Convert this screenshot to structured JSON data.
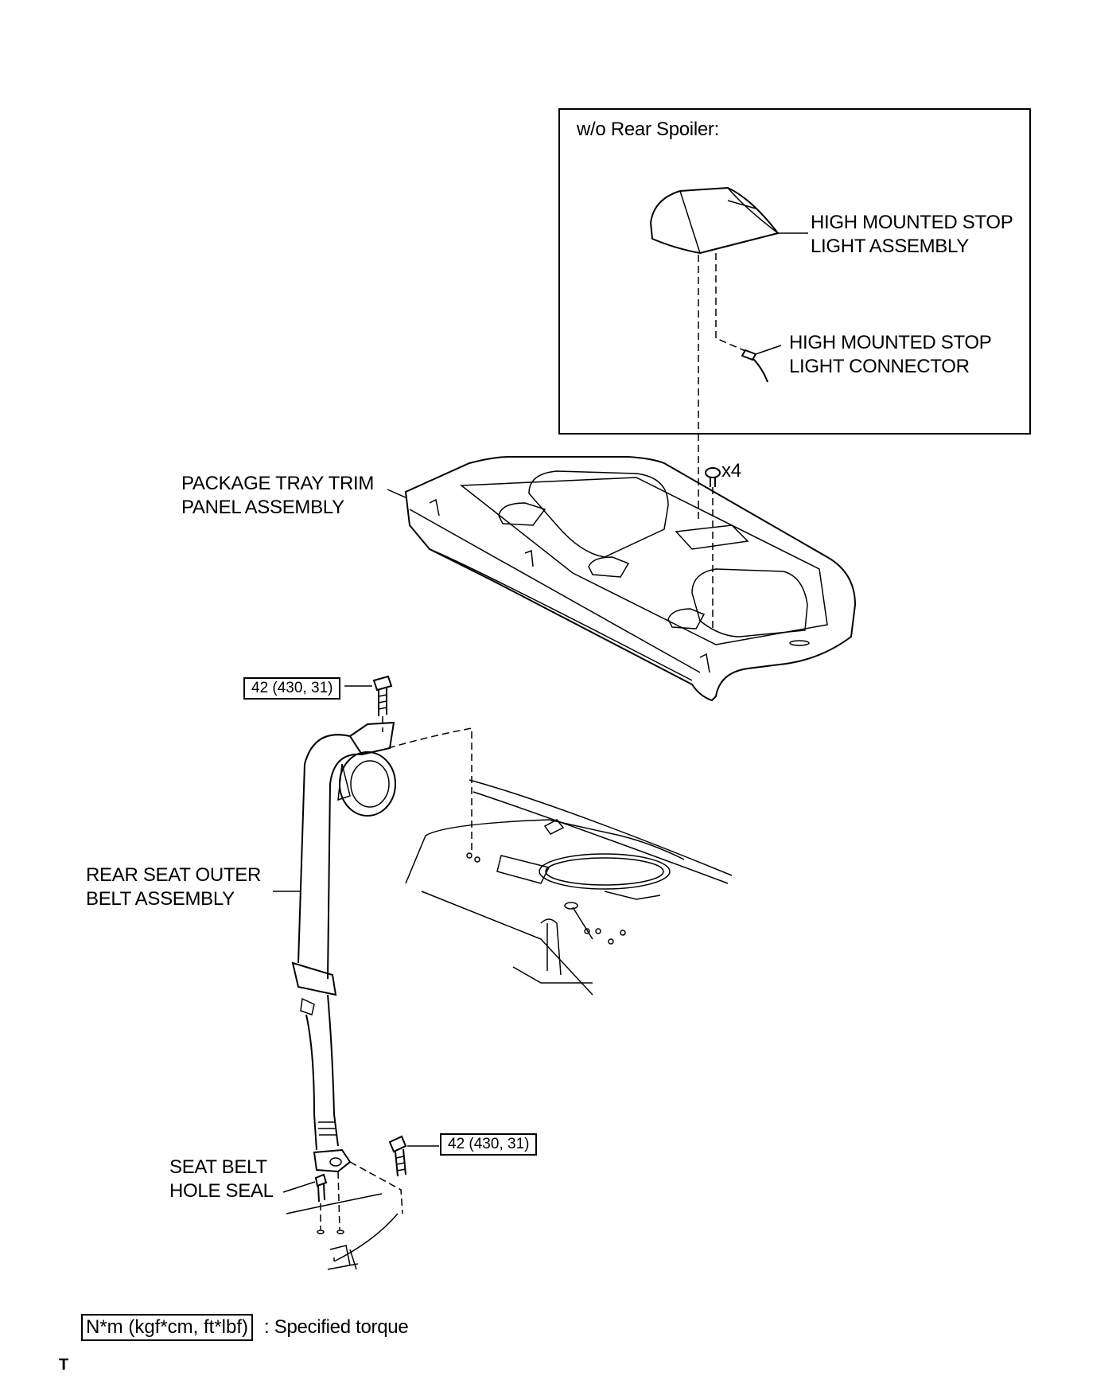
{
  "inset": {
    "title": "w/o Rear Spoiler:"
  },
  "labels": {
    "stop_light_assembly": [
      "HIGH MOUNTED STOP",
      "LIGHT ASSEMBLY"
    ],
    "stop_light_connector": [
      "HIGH MOUNTED STOP",
      "LIGHT CONNECTOR"
    ],
    "clip_qty": "x4",
    "package_tray": [
      "PACKAGE TRAY TRIM",
      "PANEL ASSEMBLY"
    ],
    "rear_belt": [
      "REAR SEAT OUTER",
      "BELT ASSEMBLY"
    ],
    "hole_seal": [
      "SEAT BELT",
      "HOLE SEAL"
    ]
  },
  "torque": {
    "upper_bolt": "42 (430, 31)",
    "lower_bolt": "42 (430, 31)"
  },
  "legend": {
    "unit": "N*m (kgf*cm, ft*lbf)",
    "text": ": Specified torque"
  },
  "footer": {
    "mark": "T"
  }
}
